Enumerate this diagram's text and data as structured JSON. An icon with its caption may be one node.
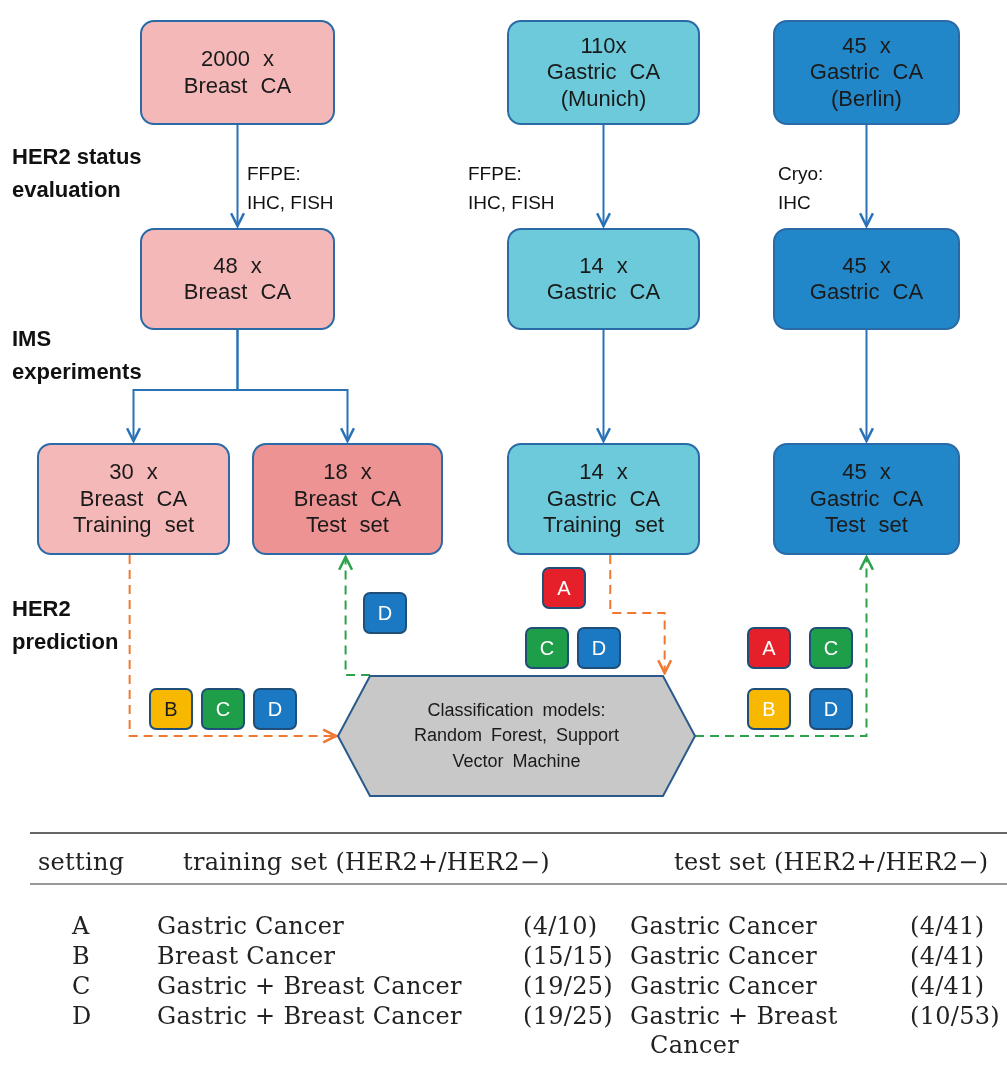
{
  "diagram": {
    "nodes": [
      {
        "text": [
          "2000 x Breast CA"
        ]
      },
      {
        "text": [
          "110x Gastric CA (Munich)"
        ]
      },
      {
        "text": [
          "45 x Gastric CA (Berlin)"
        ]
      },
      {
        "text": [
          "48 x Breast CA"
        ]
      },
      {
        "text": [
          "14 x Gastric CA"
        ]
      },
      {
        "text": [
          "45 x Gastric CA"
        ]
      },
      {
        "text": [
          "30 x Breast CA Training set"
        ]
      },
      {
        "text": [
          "18 x Breast CA Test set"
        ]
      },
      {
        "text": [
          "14 x Gastric CA Training set"
        ]
      },
      {
        "text": [
          "45 x Gastric CA Test set"
        ]
      },
      {
        "text": [
          "Classification models: Random Forest, Support Vector Machine"
        ]
      },
      {
        "text": [
          "D"
        ]
      },
      {
        "text": [
          "A"
        ]
      },
      {
        "text": [
          "C"
        ]
      },
      {
        "text": [
          "D"
        ]
      },
      {
        "text": [
          "B"
        ]
      },
      {
        "text": [
          "C"
        ]
      },
      {
        "text": [
          "D"
        ]
      },
      {
        "text": [
          "A"
        ]
      },
      {
        "text": [
          "C"
        ]
      },
      {
        "text": [
          "B"
        ]
      },
      {
        "text": [
          "D"
        ]
      }
    ],
    "edges": [
      {
        "from": 0,
        "to": 3,
        "arrow": "to",
        "label": "FFPE: IHC, FISH"
      },
      {
        "from": 1,
        "to": 4,
        "arrow": "to",
        "label": "FFPE: IHC, FISH"
      },
      {
        "from": 2,
        "to": 5,
        "arrow": "to",
        "label": "Cryo: IHC"
      },
      {
        "from": 3,
        "to": 6,
        "arrow": "to"
      },
      {
        "from": 3,
        "to": 7,
        "arrow": "to"
      },
      {
        "from": 4,
        "to": 8,
        "arrow": "to"
      },
      {
        "from": 5,
        "to": 9,
        "arrow": "to"
      },
      {
        "from": 6,
        "to": 10,
        "arrow": "to",
        "style": "dashed",
        "color": "#f07830"
      },
      {
        "from": 8,
        "to": 10,
        "arrow": "to",
        "style": "dashed",
        "color": "#f07830"
      },
      {
        "from": 10,
        "to": 7,
        "arrow": "to",
        "style": "dashed",
        "color": "#2ca24a"
      },
      {
        "from": 10,
        "to": 9,
        "arrow": "to",
        "style": "dashed",
        "color": "#2ca24a"
      }
    ],
    "labels": [
      "HER2 status evaluation",
      "IMS experiments",
      "HER2 prediction",
      "setting",
      "training set (HER2+/HER2−)",
      "test set (HER2+/HER2−)",
      "A",
      "Gastric Cancer",
      "(4/10)",
      "Gastric Cancer",
      "(4/41)",
      "B",
      "Breast Cancer",
      "(15/15)",
      "Gastric Cancer",
      "(4/41)",
      "C",
      "Gastric + Breast Cancer",
      "(19/25)",
      "Gastric Cancer",
      "(4/41)",
      "D",
      "Gastric + Breast Cancer",
      "(19/25)",
      "Gastric + Breast Cancer",
      "(10/53)"
    ]
  }
}
